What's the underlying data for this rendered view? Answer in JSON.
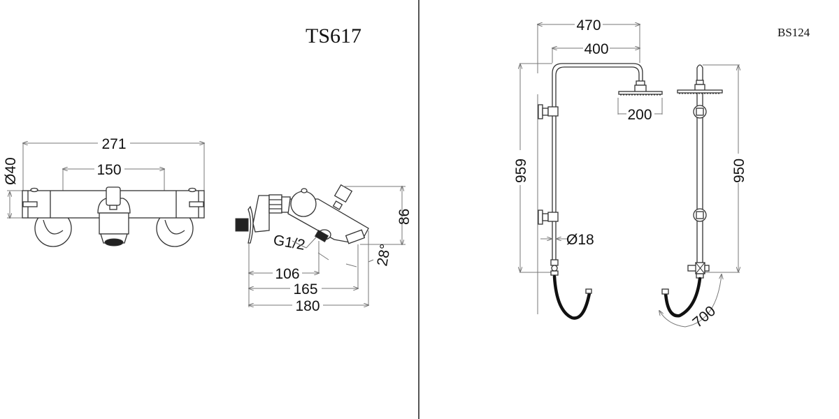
{
  "left_panel": {
    "model": "TS617",
    "front_view": {
      "dims": {
        "overall_width": "271",
        "center_distance": "150",
        "body_diameter": "Ø40"
      }
    },
    "side_view": {
      "dims": {
        "height": "86",
        "angle": "28°",
        "thread": "G1/2",
        "depth_inlet": "106",
        "depth_spout": "165",
        "depth_overall": "180"
      }
    }
  },
  "right_panel": {
    "model": "BS124",
    "front_view": {
      "dims": {
        "arm_outer": "470",
        "arm_inner": "400",
        "head_diameter": "200",
        "total_height": "959",
        "pipe_diameter": "Ø18"
      }
    },
    "side_view": {
      "dims": {
        "height": "950",
        "hose_length": "700"
      }
    }
  },
  "colors": {
    "line": "#333333",
    "dimension_line": "#777777",
    "divider": "#555555",
    "hose": "#111111"
  }
}
